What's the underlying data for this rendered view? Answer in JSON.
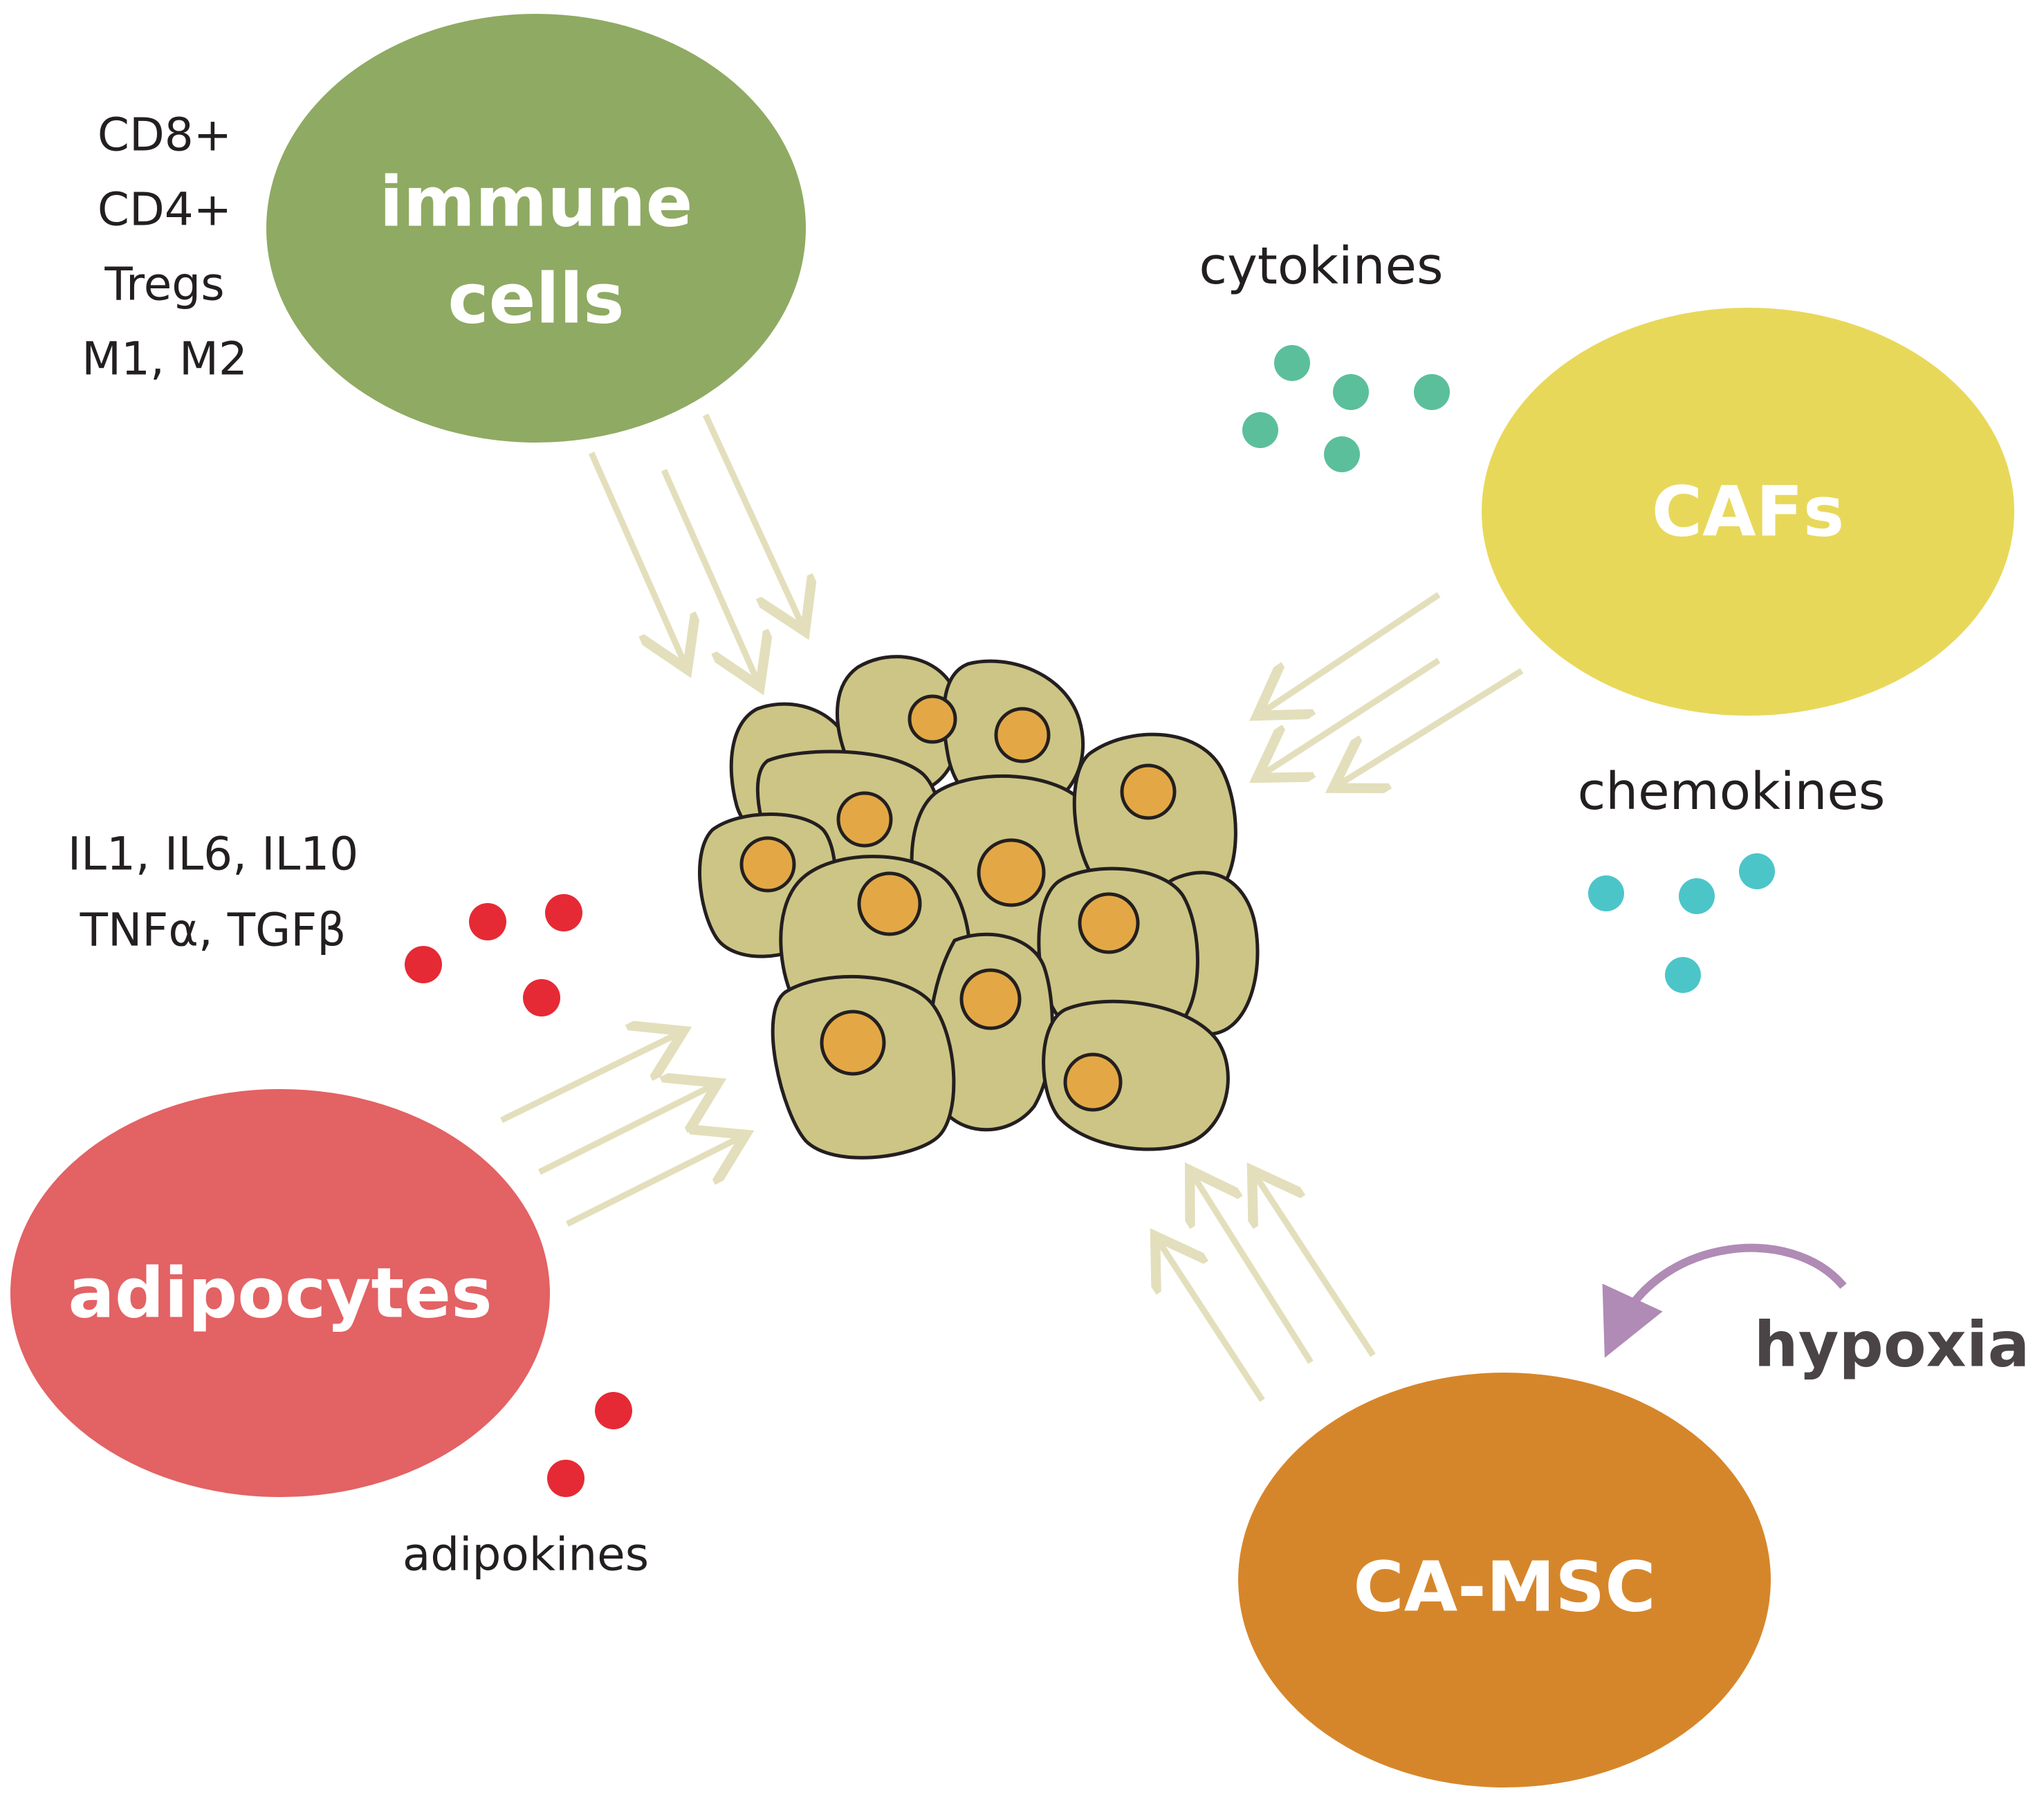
{
  "nodes": {
    "immune": {
      "line1": "immune",
      "line2": "cells",
      "color": "#8faa62"
    },
    "cafs": {
      "label": "CAFs",
      "color": "#e8d85a"
    },
    "adipocytes": {
      "label": "adipocytes",
      "color": "#e36264"
    },
    "ca_msc": {
      "label": "CA-MSC",
      "color": "#d6862a"
    }
  },
  "labels": {
    "immune_subtypes": [
      "CD8+",
      "CD4+",
      "Tregs",
      "M1, M2"
    ],
    "cytokines": "cytokines",
    "chemokines": "chemokines",
    "interleukins_line1": "IL1, IL6, IL10",
    "interleukins_line2": "TNFα, TGFβ",
    "adipokines": "adipokines",
    "hypoxia": "hypoxia"
  },
  "colors": {
    "arrow": "#e3dfbc",
    "cytokine_dot": "#5bbf9b",
    "chemokine_dot": "#4cc5c9",
    "red_dot": "#e52a35",
    "hypoxia_arrow": "#b08bb5",
    "cell_fill": "#cdc585",
    "nucleus_fill": "#e3a845"
  }
}
